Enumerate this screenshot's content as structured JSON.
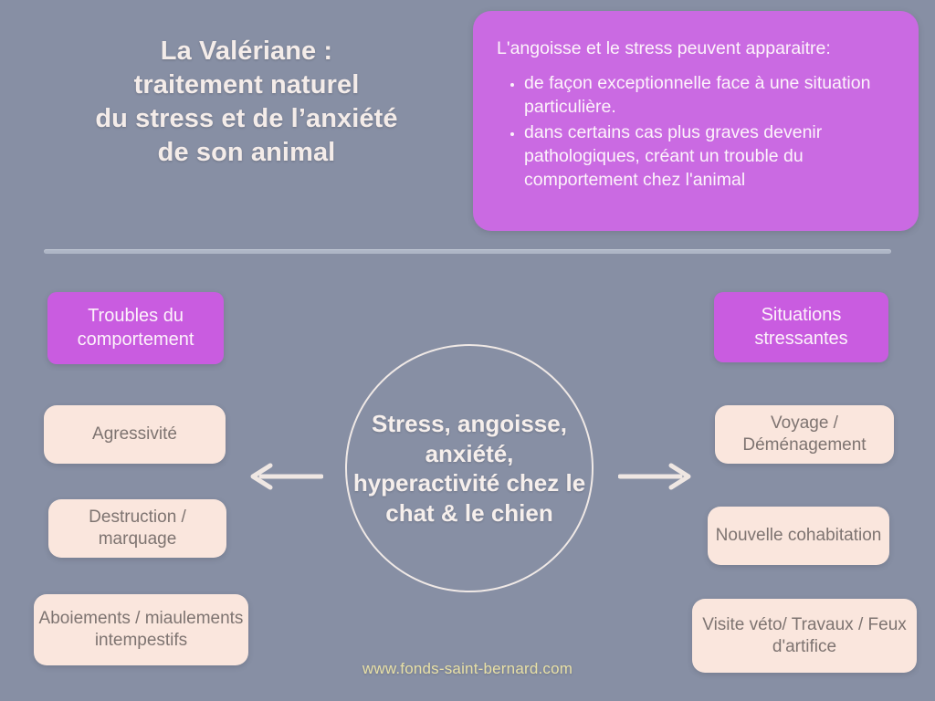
{
  "theme": {
    "background_color": "#878fa4",
    "purple_accent": "#c95ce0",
    "callout_purple": "#ca6ae2",
    "cream_box_color": "#fae6dd",
    "cream_text_color": "#7e7471",
    "title_text_color": "#f4ece9",
    "divider_color": "#aeb6c6",
    "footer_text_color": "#e8e0a6",
    "circle_stroke_color": "#f0e9e6",
    "arrow_color": "#efe7e3"
  },
  "title": {
    "line1": "La Valériane :",
    "line2": "traitement naturel",
    "line3": "du stress et de l’anxiété",
    "line4": "de son animal"
  },
  "callout": {
    "heading": "L'angoisse et le stress peuvent apparaitre:",
    "bullets": [
      "de façon exceptionnelle face à une situation particulière.",
      "dans certains cas plus graves devenir pathologiques, créant un trouble du comportement chez l'animal"
    ]
  },
  "center": {
    "label": "Stress, angoisse, anxiété, hyperactivité chez le chat & le chien"
  },
  "left_column": {
    "header": "Troubles du comportement",
    "items": [
      {
        "label": "Agressivité"
      },
      {
        "label": "Destruction / marquage"
      },
      {
        "label": "Aboiements  / miaulements intempestifs"
      }
    ]
  },
  "right_column": {
    "header": "Situations stressantes",
    "items": [
      {
        "label": "Voyage / Déménagement"
      },
      {
        "label": "Nouvelle cohabitation"
      },
      {
        "label": "Visite véto/ Travaux / Feux d'artifice"
      }
    ]
  },
  "arrows": {
    "left": "arrow-left-icon",
    "right": "arrow-right-icon"
  },
  "footer": {
    "url": "www.fonds-saint-bernard.com"
  }
}
